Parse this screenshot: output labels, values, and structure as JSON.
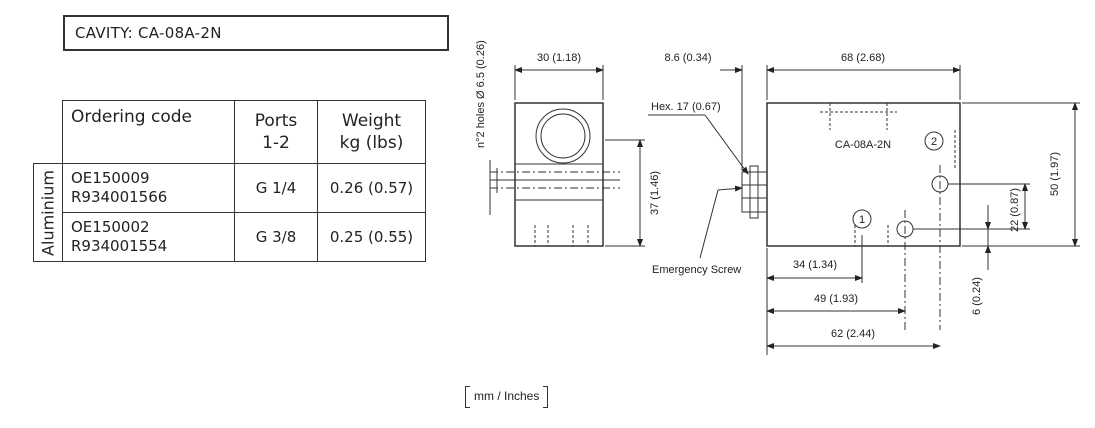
{
  "cavity": "CAVITY: CA-08A-2N",
  "table": {
    "headers": {
      "ordering_code": "Ordering code",
      "ports_line1": "Ports",
      "ports_line2": "1-2",
      "weight_line1": "Weight",
      "weight_line2": "kg (lbs)"
    },
    "material": "Aluminium",
    "rows": [
      {
        "code1": "OE150009",
        "code2": "R934001566",
        "ports": "G 1/4",
        "weight": "0.26 (0.57)"
      },
      {
        "code1": "OE150002",
        "code2": "R934001554",
        "ports": "G 3/8",
        "weight": "0.25 (0.55)"
      }
    ]
  },
  "drawing": {
    "holes_label": "n°2 holes Ø 6.5 (0.26)",
    "dim_30": "30 (1.18)",
    "dim_37": "37 (1.46)",
    "dim_8_6": "8.6 (0.34)",
    "dim_68": "68 (2.68)",
    "hex_label": "Hex. 17 (0.67)",
    "cavity_label": "CA-08A-2N",
    "port1": "1",
    "port2": "2",
    "emergency_screw": "Emergency Screw",
    "dim_50": "50 (1.97)",
    "dim_22": "22 (0.87)",
    "dim_6": "6 (0.24)",
    "dim_34": "34 (1.34)",
    "dim_49": "49 (1.93)",
    "dim_62": "62 (2.44)"
  },
  "units": "mm / Inches"
}
